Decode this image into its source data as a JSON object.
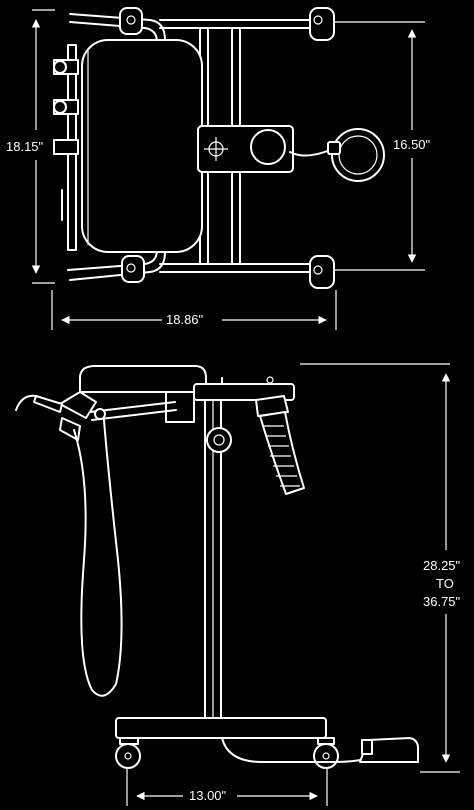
{
  "top_view": {
    "height_dimension": "18.15\"",
    "inner_height_dimension": "16.50\"",
    "width_dimension": "18.86\""
  },
  "side_view": {
    "height_dimension_min": "28.25\"",
    "height_dimension_to": "TO",
    "height_dimension_max": "36.75\"",
    "base_dimension": "13.00\""
  }
}
